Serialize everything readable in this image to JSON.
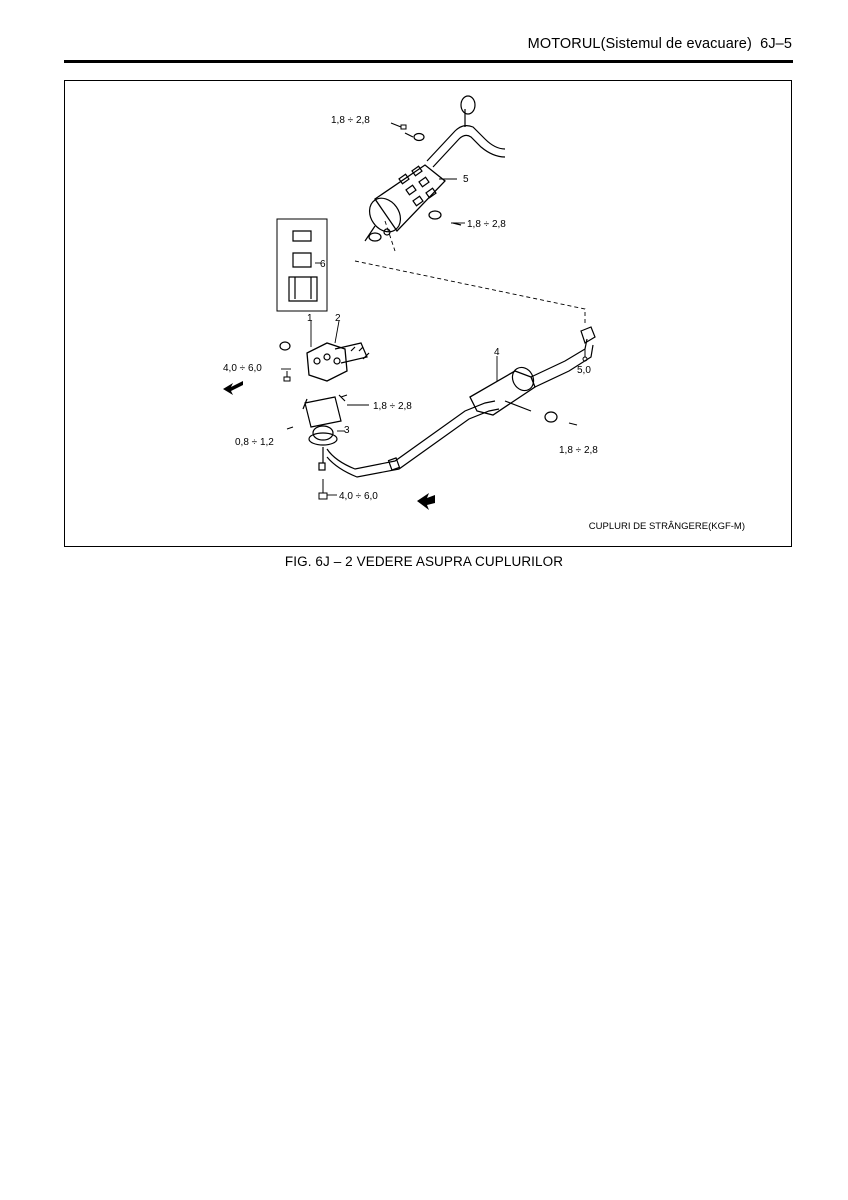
{
  "header": {
    "title": "MOTORUL(Sistemul de evacuare)",
    "page": "6J–5"
  },
  "figure": {
    "tag": "CUPLURI DE STRÂNGERE(KGF-M)",
    "caption": "FIG. 6J – 2  VEDERE ASUPRA CUPLURILOR",
    "callouts": {
      "c1": "1",
      "c2": "2",
      "c3": "3",
      "c4": "4",
      "c5": "5",
      "c6": "6"
    },
    "torques": {
      "t_rear_top": "1,8 ÷ 2,8",
      "t_rear_mid": "1,8 ÷ 2,8",
      "t_manifold": "4,0 ÷ 6,0",
      "t_converter": "1,8 ÷ 2,8",
      "t_flange": "0,8 ÷ 1,2",
      "t_front_bottom": "4,0 ÷ 6,0",
      "t_hanger": "5,0",
      "t_center": "1,8 ÷ 2,8"
    }
  }
}
